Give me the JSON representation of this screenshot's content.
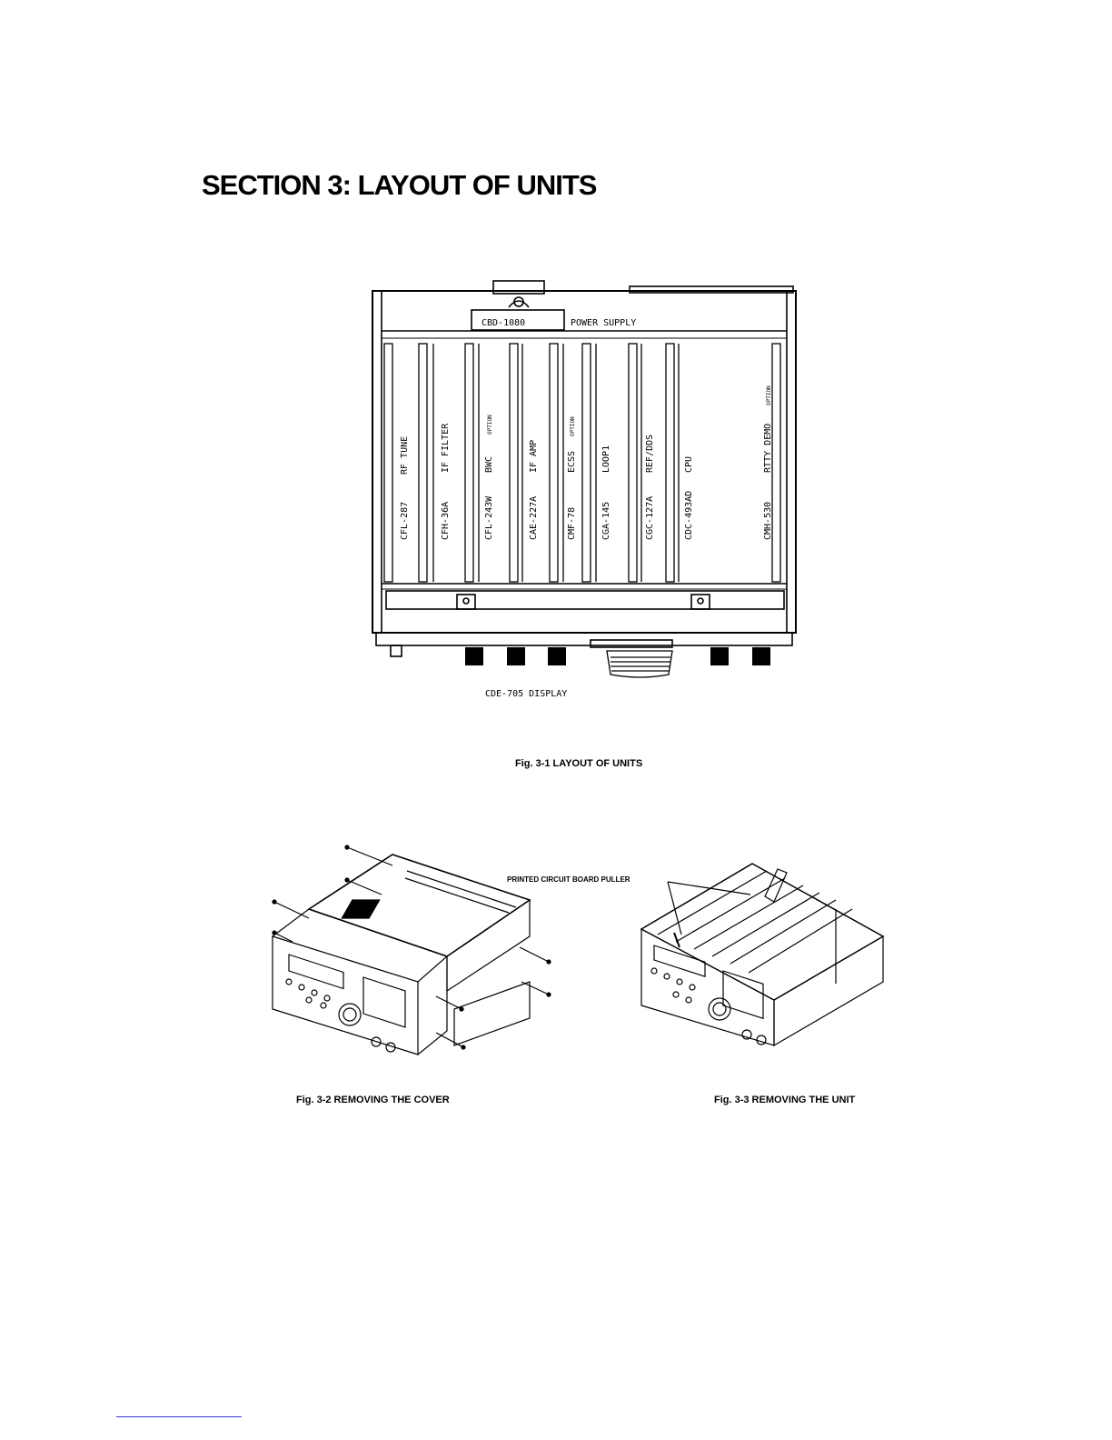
{
  "page": {
    "heading": "SECTION 3:  LAYOUT OF UNITS"
  },
  "fig1": {
    "power_supply_board": "CBD-1080",
    "power_supply_label": "POWER SUPPLY",
    "slots": [
      {
        "board": "CFL-287",
        "function": "RF TUNE",
        "option": ""
      },
      {
        "board": "CFH-36A",
        "function": "IF FILTER",
        "option": ""
      },
      {
        "board": "CFL-243W",
        "function": "BWC",
        "option": "OPTION"
      },
      {
        "board": "CAE-227A",
        "function": "IF AMP",
        "option": ""
      },
      {
        "board": "CMF-78",
        "function": "ECSS",
        "option": "OPTION"
      },
      {
        "board": "CGA-145",
        "function": "LOOP1",
        "option": ""
      },
      {
        "board": "CGC-127A",
        "function": "REF/DDS",
        "option": ""
      },
      {
        "board": "CDC-493AD",
        "function": "CPU",
        "option": ""
      },
      {
        "board": "CMH-530",
        "function": "RTTY DEMO",
        "option": "OPTION"
      }
    ],
    "display_label": "CDE-705   DISPLAY",
    "caption": "Fig. 3-1  LAYOUT OF UNITS"
  },
  "fig2": {
    "caption": "Fig. 3-2  REMOVING THE COVER"
  },
  "fig3": {
    "puller_label": "PRINTED CIRCUIT BOARD PULLER",
    "caption": "Fig. 3-3  REMOVING THE UNIT"
  }
}
